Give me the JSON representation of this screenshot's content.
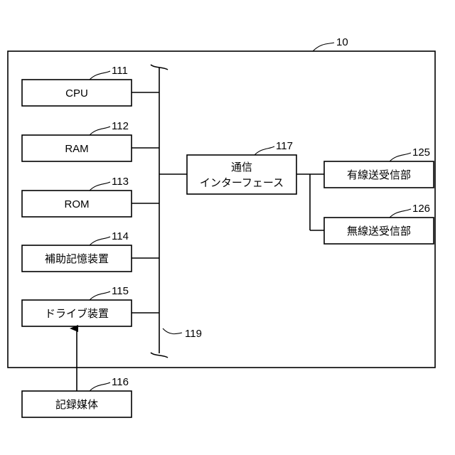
{
  "refs": {
    "device": "10",
    "cpu": "111",
    "ram": "112",
    "rom": "113",
    "aux": "114",
    "drive": "115",
    "media": "116",
    "comm": "117",
    "bus": "119",
    "wired": "125",
    "wireless": "126"
  },
  "labels": {
    "cpu": "CPU",
    "ram": "RAM",
    "rom": "ROM",
    "aux": "補助記憶装置",
    "drive": "ドライブ装置",
    "media": "記録媒体",
    "comm_line1": "通信",
    "comm_line2": "インターフェース",
    "wired": "有線送受信部",
    "wireless": "無線送受信部"
  }
}
